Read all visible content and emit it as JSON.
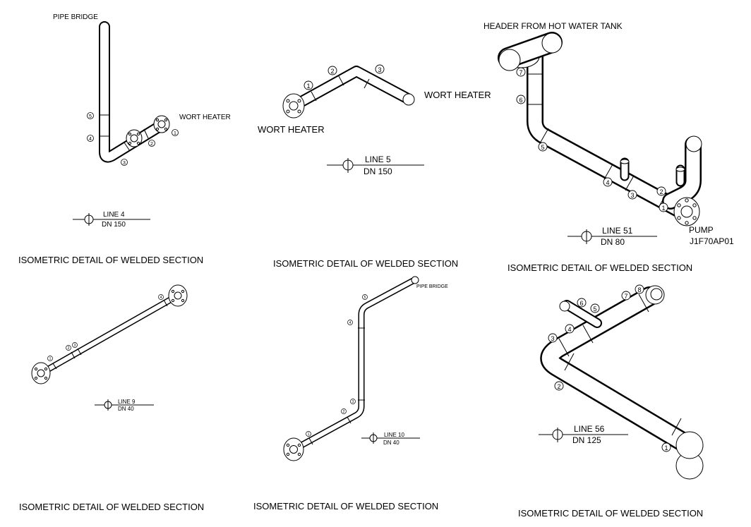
{
  "details": [
    {
      "caption": "ISOMETRIC DETAIL OF WELDED SECTION",
      "line": "LINE 4",
      "dn": "DN 150",
      "labels": [
        "PIPE BRIDGE",
        "WORT HEATER"
      ],
      "welds": [
        "1",
        "2",
        "3",
        "4",
        "5"
      ]
    },
    {
      "caption": "ISOMETRIC DETAIL OF WELDED SECTION",
      "line": "LINE 5",
      "dn": "DN 150",
      "labels": [
        "WORT HEATER",
        "WORT HEATER"
      ],
      "welds": [
        "1",
        "2",
        "3"
      ]
    },
    {
      "caption": "ISOMETRIC DETAIL OF WELDED SECTION",
      "line": "LINE 51",
      "dn": "DN 80",
      "labels": [
        "HEADER FROM HOT WATER TANK",
        "PUMP",
        "J1F70AP01"
      ],
      "welds": [
        "7",
        "6",
        "5",
        "4",
        "3",
        "2",
        "1"
      ]
    },
    {
      "caption": "ISOMETRIC DETAIL OF WELDED SECTION",
      "line": "LINE 9",
      "dn": "DN 40",
      "labels": [],
      "welds": [
        "1",
        "2",
        "3",
        "4"
      ]
    },
    {
      "caption": "ISOMETRIC DETAIL OF WELDED SECTION",
      "line": "LINE 10",
      "dn": "DN 40",
      "labels": [
        "PIPE BRIDGE"
      ],
      "welds": [
        "1",
        "2",
        "3",
        "4",
        "5"
      ]
    },
    {
      "caption": "ISOMETRIC DETAIL OF WELDED SECTION",
      "line": "LINE 56",
      "dn": "DN 125",
      "labels": [],
      "welds": [
        "1",
        "2",
        "3",
        "4",
        "5",
        "6",
        "7",
        "8"
      ]
    }
  ]
}
